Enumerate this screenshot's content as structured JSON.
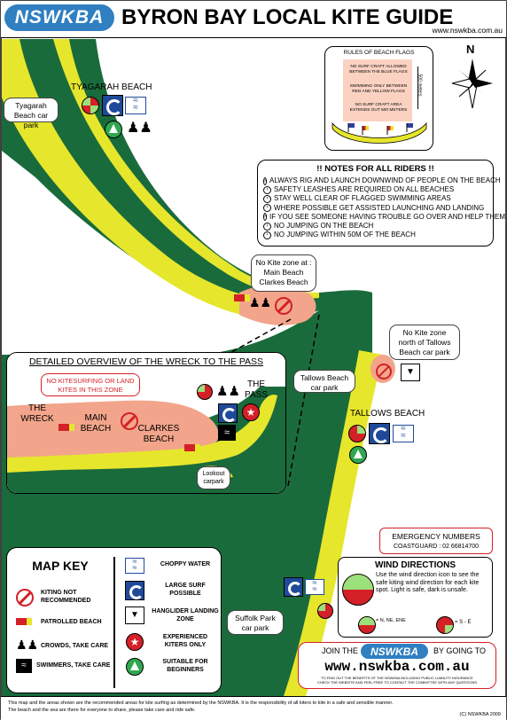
{
  "header": {
    "logo_text": "NSWKBA",
    "title": "BYRON BAY LOCAL KITE GUIDE",
    "url": "www.nswkba.com.au"
  },
  "colors": {
    "land": "#1a6b3c",
    "sand": "#e6e62c",
    "no_kite_zone": "#f2a58a",
    "brand_blue": "#2f7fc1",
    "badge_red": "#d42027",
    "badge_green": "#2fa84f"
  },
  "compass": {
    "north_label": "N"
  },
  "beach_flags": {
    "title": "RULES OF BEACH FLAGS",
    "rule1": "NO SURF CRAFT ALLOWED BETWEEN THE BLUE FLAGS",
    "rule2": "SWIMMING ONLY BETWEEN RED AND YELLOW FLAGS",
    "rule3": "NO SURF CRAFT AREA EXTENDS OUT 500 METERS",
    "distance": "500 meters"
  },
  "notes": {
    "title": "!! NOTES FOR ALL RIDERS !!",
    "items": [
      "ALWAYS RIG AND LAUNCH DOWNWIND OF PEOPLE ON THE BEACH",
      "SAFETY LEASHES ARE REQUIRED ON ALL BEACHES",
      "STAY WELL CLEAR OF FLAGGED SWIMMING AREAS",
      "WHERE POSSIBLE GET ASSISTED LAUNCHING AND LANDING",
      "IF YOU SEE SOMEONE HAVING TROUBLE GO OVER AND HELP THEM",
      "NO JUMPING ON THE BEACH",
      "NO JUMPING WITHIN 50M OF THE BEACH"
    ]
  },
  "labels": {
    "tyagarah_beach": "TYAGARAH BEACH",
    "tyagarah_carpark": "Tyagarah Beach car park",
    "no_kite_main_clarkes": "No Kite zone at : Main Beach Clarkes Beach",
    "no_kite_tallows": "No Kite zone north of Tallows Beach car park",
    "tallows_carpark": "Tallows Beach car park",
    "tallows_beach": "TALLOWS BEACH",
    "suffolk_carpark": "Suffolk Park car park"
  },
  "detail": {
    "title": "DETAILED OVERVIEW OF THE WRECK TO THE PASS",
    "warning": "NO KITESURFING OR LAND KITES IN THIS ZONE",
    "the_wreck": "THE WRECK",
    "main_beach": "MAIN BEACH",
    "clarkes_beach": "CLARKES BEACH",
    "the_pass": "THE PASS",
    "lookout": "Lookout carpark"
  },
  "emergency": {
    "title": "EMERGENCY NUMBERS",
    "line": "COASTGUARD : 02 66814700"
  },
  "wind": {
    "title": "WIND DIRECTIONS",
    "description": "Use the wind direction icon to see the safe kiting wind direction for each kite spot. Light is safe, dark is unsafe.",
    "example1": "= N, NE, ENE",
    "example2": "= S - E"
  },
  "map_key": {
    "title": "MAP KEY",
    "left": [
      "KITING NOT RECOMMENDED",
      "PATROLLED BEACH",
      "CROWDS, TAKE CARE",
      "SWIMMERS, TAKE CARE"
    ],
    "right": [
      "CHOPPY WATER",
      "LARGE SURF POSSIBLE",
      "HANGLIDER LANDING ZONE",
      "EXPERIENCED KITERS ONLY",
      "SUITABLE FOR BEGINNERS"
    ]
  },
  "join": {
    "prefix": "JOIN THE",
    "logo_text": "NSWKBA",
    "suffix": "BY GOING TO",
    "url": "www.nswkba.com.au",
    "small1": "TO FIND OUT THE BENEFITS OF THE NSWKBA INCLUDING PUBLIC LIABILITY INSURANCE",
    "small2": "CHECK THE WEBSITE AND FEEL FREE TO CONTACT THE COMMITTEE WITH ANY QUESTIONS"
  },
  "footer": {
    "line1": "This map and the areas shown are the recommended areas for kite surfing as determined by the NSWKBA. It is the responsibility of all kiters to kite in a safe and sensible manner.",
    "line2": "The beach and the sea are there for everyone to share, please take care and ride safe.",
    "copyright": "(C) NSWKBA 2009"
  }
}
